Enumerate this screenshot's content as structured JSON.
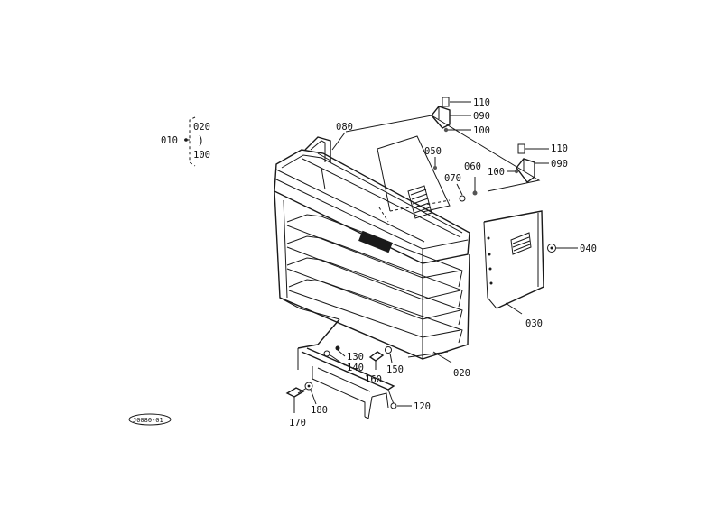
{
  "parts": {
    "p010": "010",
    "p020_kit": "020",
    "p100_kit": "100",
    "p020": "020",
    "p030": "030",
    "p040": "040",
    "p050": "050",
    "p060": "060",
    "p070": "070",
    "p080": "080",
    "p090a": "090",
    "p090b": "090",
    "p100a": "100",
    "p100b": "100",
    "p110a": "110",
    "p110b": "110",
    "p120": "120",
    "p130": "130",
    "p140": "140",
    "p150": "150",
    "p160": "160",
    "p170": "170",
    "p180": "180"
  },
  "diagram_code": "J0080-01"
}
